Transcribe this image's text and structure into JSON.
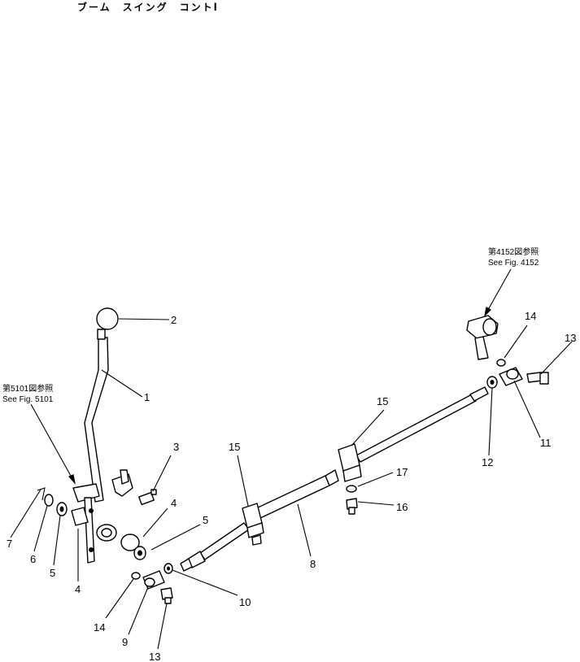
{
  "title": "ブーム　スイング　コントl",
  "refs": {
    "left": {
      "jp": "第5101図参照",
      "en": "See Fig. 5101"
    },
    "right": {
      "jp": "第4152図参照",
      "en": "See Fig. 4152"
    }
  },
  "callouts": {
    "c1": "1",
    "c2": "2",
    "c3": "3",
    "c4a": "4",
    "c4b": "4",
    "c5a": "5",
    "c5b": "5",
    "c6": "6",
    "c7": "7",
    "c8": "8",
    "c9": "9",
    "c10": "10",
    "c11": "11",
    "c12": "12",
    "c13a": "13",
    "c13b": "13",
    "c14a": "14",
    "c14b": "14",
    "c15a": "15",
    "c15b": "15",
    "c16": "16",
    "c17": "17"
  }
}
